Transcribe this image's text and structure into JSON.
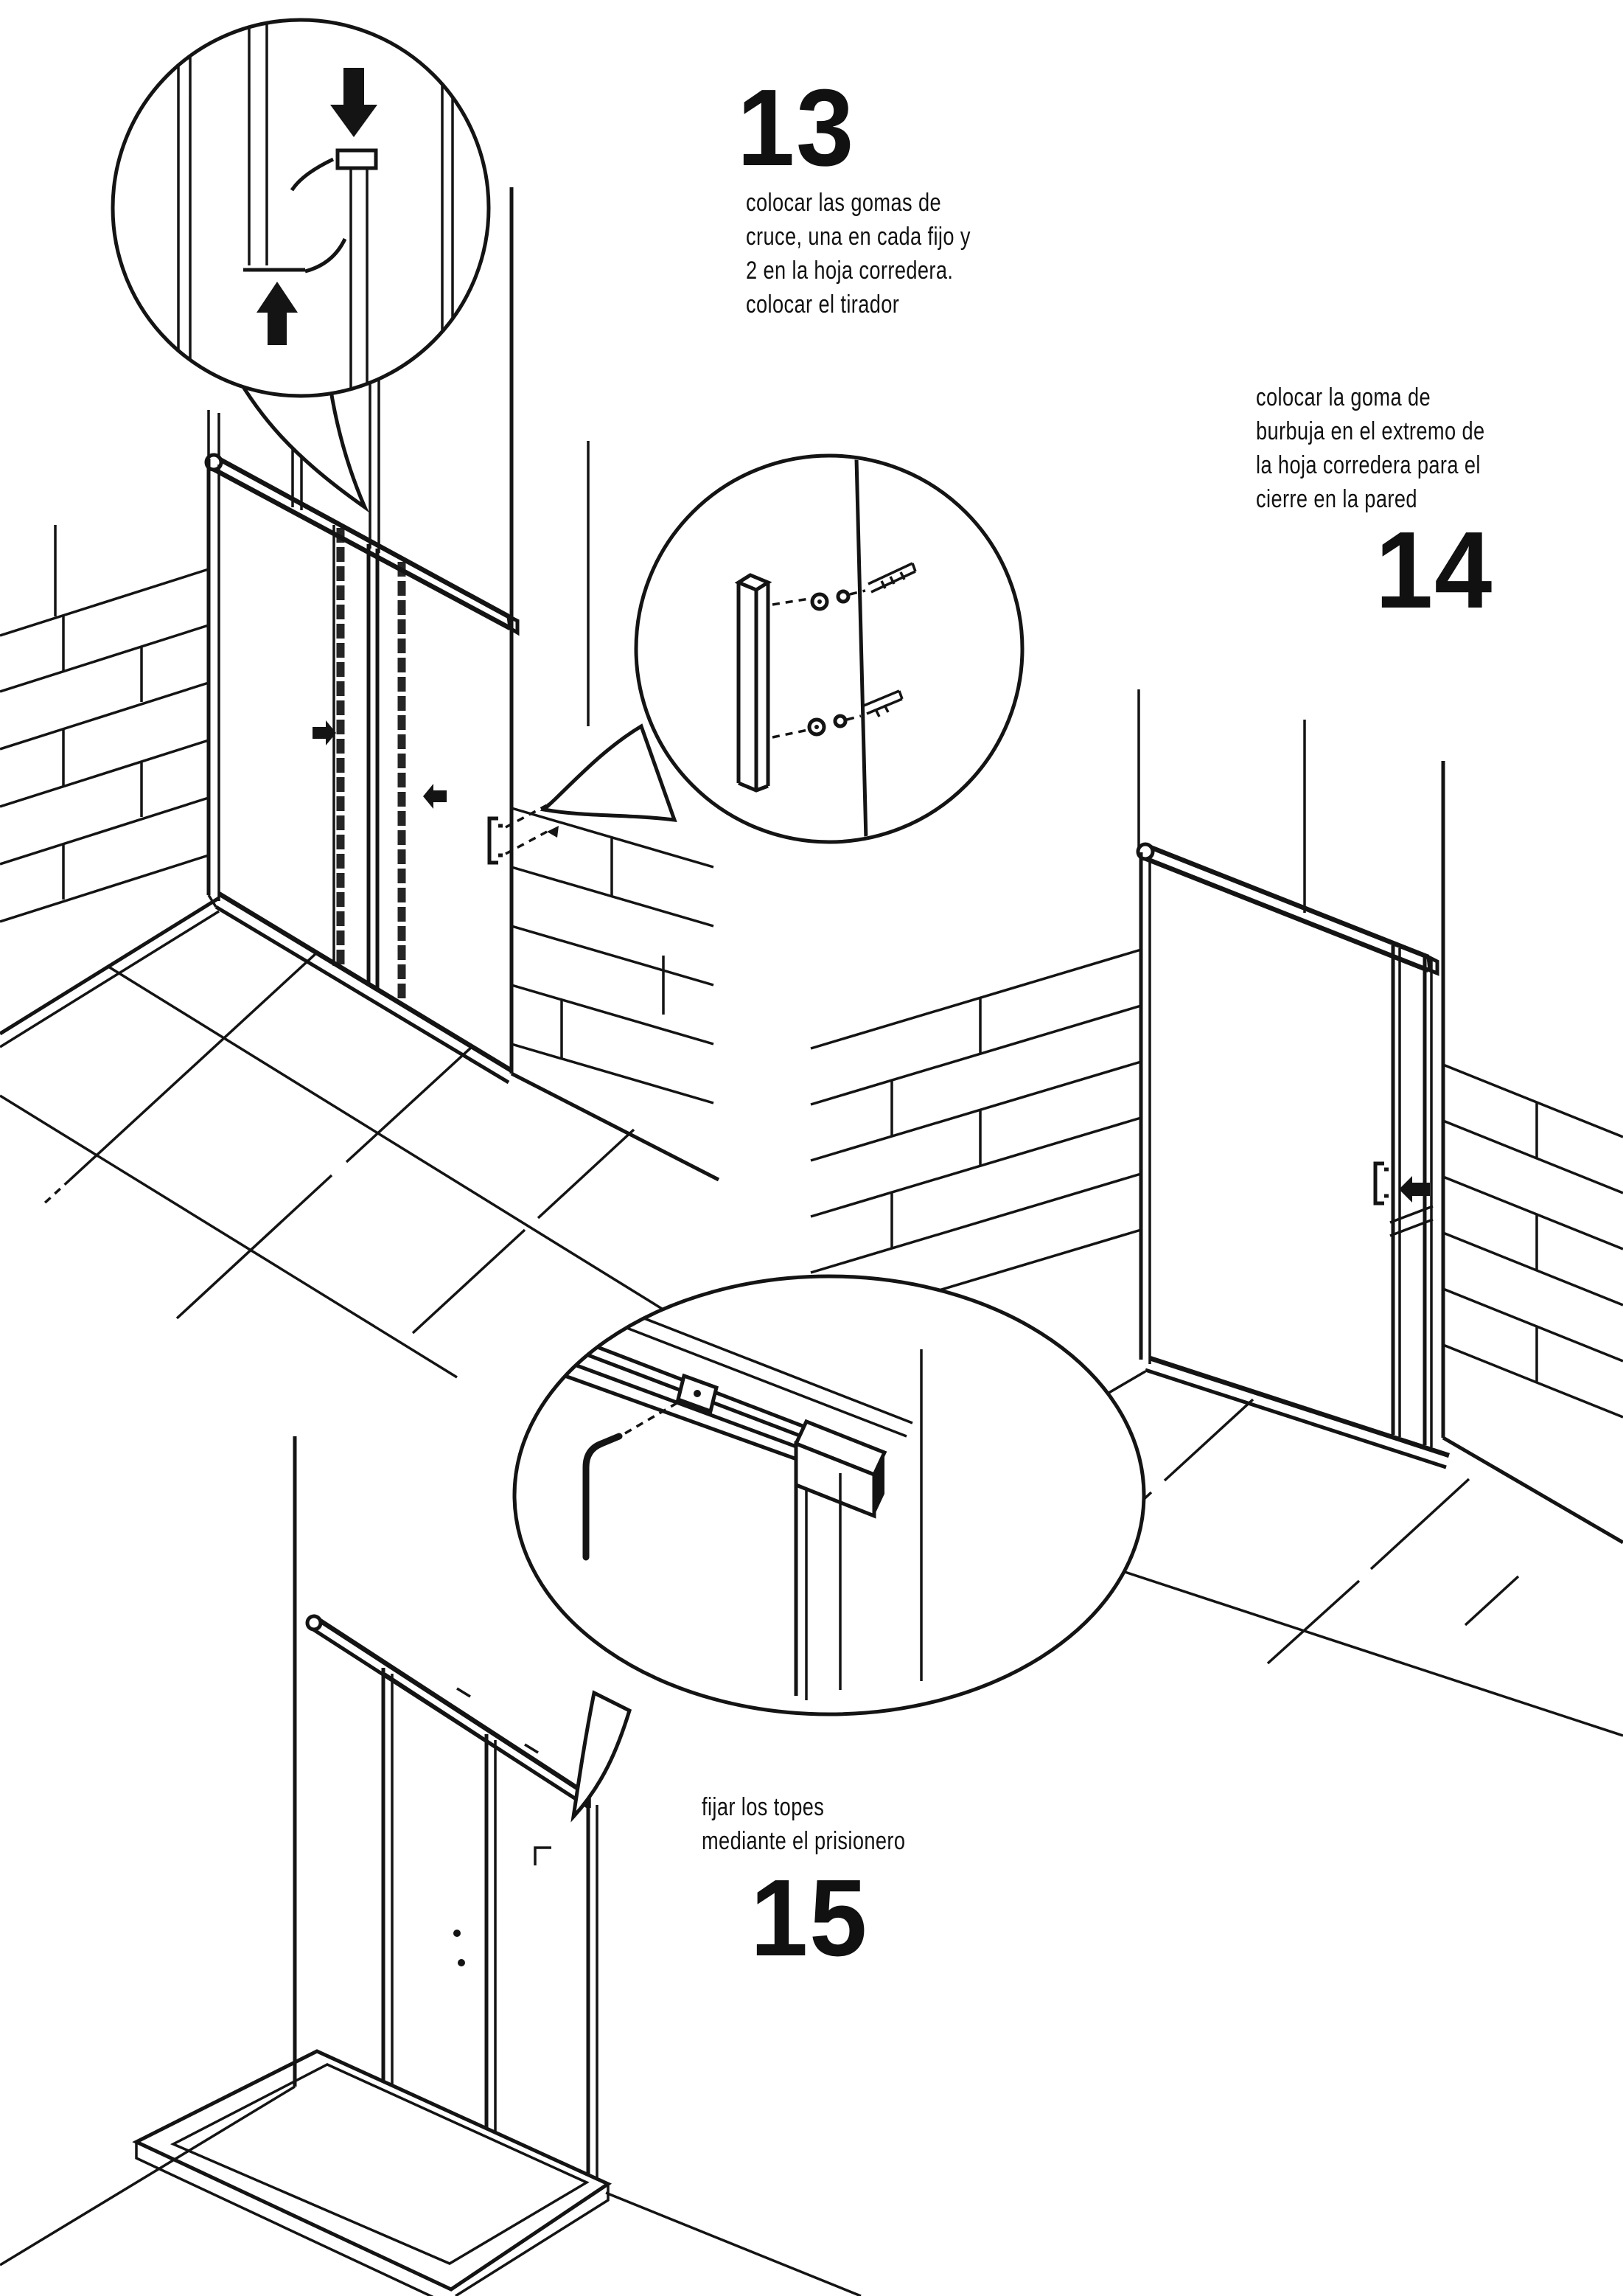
{
  "page": {
    "title": "instrucciones de montaje mampara corredera - pasos 13 a 15",
    "background": "#ffffff",
    "ink": "#141414"
  },
  "steps": [
    {
      "number": "13",
      "instructions": "colocar las gomas de\ncruce, una en cada fijo y\n2 en la hoja corredera.\ncolocar el tirador"
    },
    {
      "number": "14",
      "instructions": "colocar la goma de\nburbuja en el extremo de\nla hoja corredera para el\ncierre en la pared"
    },
    {
      "number": "15",
      "instructions": "fijar los topes\nmediante el prisionero"
    }
  ]
}
